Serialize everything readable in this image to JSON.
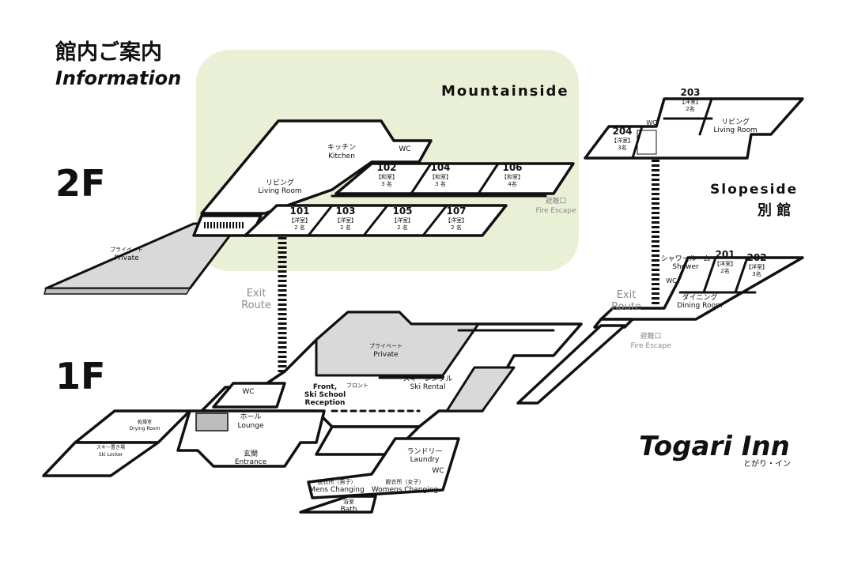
{
  "header": {
    "title_ja": "館内ご案内",
    "title_en": "Information"
  },
  "floors": {
    "second": "2F",
    "first": "1F"
  },
  "zones": {
    "mountainside": "Mountainside",
    "slopeside_en": "Slopeside",
    "slopeside_ja": "別 館"
  },
  "exit_route": {
    "left_1": "Exit",
    "left_2": "Route",
    "right_1": "Exit",
    "right_2": "Route"
  },
  "fire_escape": {
    "ja": "避難口",
    "en": "Fire Escape",
    "ja2": "避難口",
    "en2": "Fire Escape"
  },
  "rooms_2f": {
    "kitchen_ja": "キッチン",
    "kitchen_en": "Kitchen",
    "wc": "WC",
    "living_ja": "リビング",
    "living_en": "Living Room",
    "private_ja": "プライベート",
    "private_en": "Private",
    "r102": "102",
    "r102_type": "【和室】",
    "r102_cap": "3 名",
    "r104": "104",
    "r104_type": "【和室】",
    "r104_cap": "3 名",
    "r106": "106",
    "r106_type": "【和室】",
    "r106_cap": "4名",
    "r101": "101",
    "r101_type": "【洋室】",
    "r101_cap": "2 名",
    "r103": "103",
    "r103_type": "【洋室】",
    "r103_cap": "2 名",
    "r105": "105",
    "r105_type": "【洋室】",
    "r105_cap": "2 名",
    "r107": "107",
    "r107_type": "【洋室】",
    "r107_cap": "2 名"
  },
  "annex_upper": {
    "r203": "203",
    "r203_type": "【洋室】",
    "r203_cap": "2名",
    "r204": "204",
    "r204_type": "【洋室】",
    "r204_cap": "3名",
    "wc": "WC",
    "living_ja": "リビング",
    "living_en": "Living Room"
  },
  "annex_lower": {
    "shower_ja": "シャワールーム",
    "shower_en": "Shower",
    "r201": "201",
    "r201_type": "【洋室】",
    "r201_cap": "2名",
    "r202": "202",
    "r202_type": "【洋室】",
    "r202_cap": "3名",
    "wc": "WC",
    "dining_ja": "ダイニング",
    "dining_en": "Dining Room"
  },
  "rooms_1f": {
    "private_ja": "プライベート",
    "private_en": "Private",
    "wc": "WC",
    "front_1": "Front,",
    "front_2": "Ski School",
    "front_3": "Reception",
    "front_ja": "フロント",
    "ski_rental_ja": "スキーレンタル",
    "ski_rental_en": "Ski Rental",
    "drying_ja": "乾燥室",
    "drying_en": "Drying Room",
    "locker_ja": "スキー置き場",
    "locker_en": "Ski Locker",
    "lounge_ja": "ホール",
    "lounge_en": "Lounge",
    "entrance_ja": "玄関",
    "entrance_en": "Entrance",
    "laundry_ja": "ランドリー",
    "laundry_en": "Laundry",
    "wc2": "WC",
    "mens_ja": "脱衣所（男子）",
    "mens_en": "Mens Changing",
    "womens_ja": "脱衣所（女子）",
    "womens_en": "Womens Changing",
    "bath_ja": "浴室",
    "bath_en": "Bath"
  },
  "brand": {
    "name": "Togari Inn",
    "kana": "とがり・イン"
  },
  "colors": {
    "mountainside_zone": "#e9f0d6",
    "private_gray": "#d9d9d9",
    "ink": "#111111",
    "muted": "#8a8a8a"
  }
}
